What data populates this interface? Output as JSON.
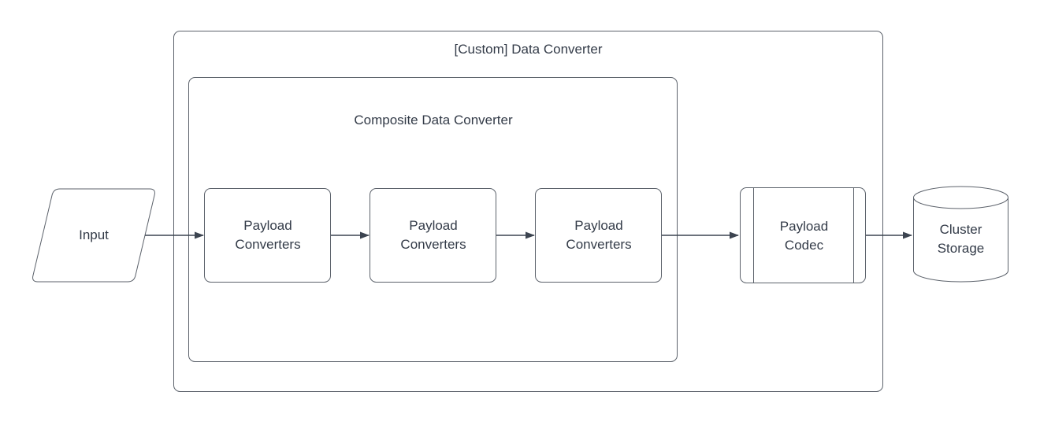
{
  "diagram": {
    "containers": {
      "outer": {
        "label": "[Custom] Data Converter"
      },
      "inner": {
        "label": "Composite Data Converter"
      }
    },
    "nodes": {
      "input": {
        "label": "Input",
        "shape": "parallelogram"
      },
      "converter1": {
        "label": "Payload Converters",
        "shape": "rounded-rectangle"
      },
      "converter2": {
        "label": "Payload Converters",
        "shape": "rounded-rectangle"
      },
      "converter3": {
        "label": "Payload Converters",
        "shape": "rounded-rectangle"
      },
      "codec": {
        "label": "Payload Codec",
        "shape": "predefined-process"
      },
      "storage": {
        "label": "Cluster Storage",
        "shape": "cylinder"
      }
    },
    "edges": [
      {
        "from": "input",
        "to": "converter1"
      },
      {
        "from": "converter1",
        "to": "converter2"
      },
      {
        "from": "converter2",
        "to": "converter3"
      },
      {
        "from": "converter3",
        "to": "codec"
      },
      {
        "from": "codec",
        "to": "storage"
      }
    ],
    "colors": {
      "background": "#ffffff",
      "shape_fill": "#ffffff",
      "shape_stroke": "#5c626b",
      "arrow": "#3c4450",
      "text": "#333b48"
    }
  }
}
